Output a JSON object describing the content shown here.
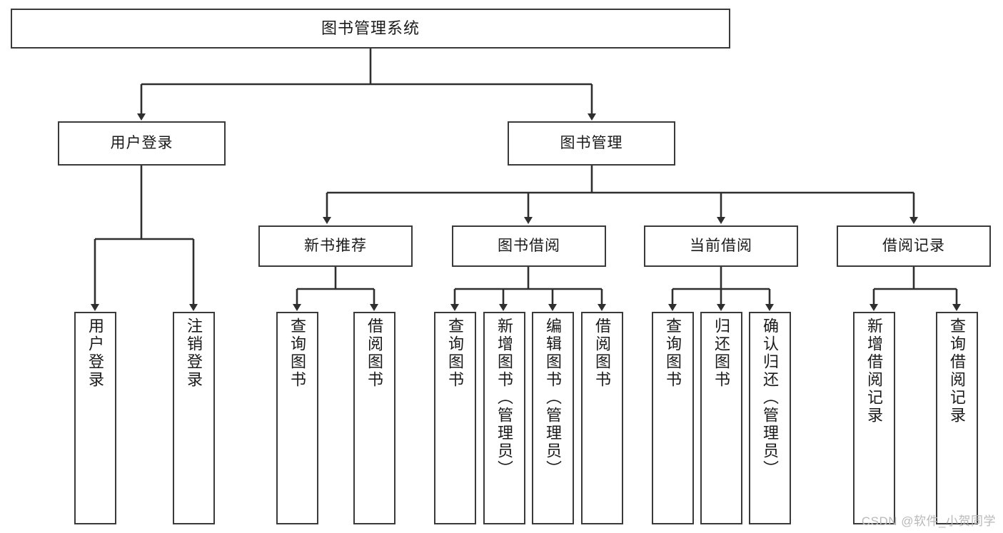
{
  "diagram": {
    "title": "图书管理系统",
    "type": "tree-hierarchy-diagram",
    "colors": {
      "box_border": "#3a3a3a",
      "box_fill": "#ffffff",
      "edge": "#2f2f2f",
      "text": "#1a1a1a",
      "watermark": "#b9b9b9",
      "background": "#ffffff"
    },
    "nodes": {
      "root": {
        "label": "图书管理系统"
      },
      "level1": [
        {
          "id": "user-login",
          "label": "用户登录"
        },
        {
          "id": "book-manage",
          "label": "图书管理"
        }
      ],
      "level2": [
        {
          "id": "new-book-recommend",
          "label": "新书推荐"
        },
        {
          "id": "book-borrow",
          "label": "图书借阅"
        },
        {
          "id": "current-borrow",
          "label": "当前借阅"
        },
        {
          "id": "borrow-record",
          "label": "借阅记录"
        }
      ],
      "leaves": {
        "user_login": [
          {
            "id": "leaf-user-login",
            "label": "用户登录"
          },
          {
            "id": "leaf-logout-login",
            "label": "注销登录"
          }
        ],
        "new_book_recommend": [
          {
            "id": "leaf-query-book-1",
            "label": "查询图书"
          },
          {
            "id": "leaf-borrow-book-1",
            "label": "借阅图书"
          }
        ],
        "book_borrow": [
          {
            "id": "leaf-query-book-2",
            "label": "查询图书"
          },
          {
            "id": "leaf-add-book-admin",
            "label": "新增图书（管理员）"
          },
          {
            "id": "leaf-edit-book-admin",
            "label": "编辑图书（管理员）"
          },
          {
            "id": "leaf-borrow-book-2",
            "label": "借阅图书"
          }
        ],
        "current_borrow": [
          {
            "id": "leaf-query-book-3",
            "label": "查询图书"
          },
          {
            "id": "leaf-return-book",
            "label": "归还图书"
          },
          {
            "id": "leaf-confirm-return-admin",
            "label": "确认归还（管理员）"
          }
        ],
        "borrow_record": [
          {
            "id": "leaf-add-borrow-record",
            "label": "新增借阅记录"
          },
          {
            "id": "leaf-query-borrow-record",
            "label": "查询借阅记录"
          }
        ]
      }
    },
    "watermark": "CSDN @软件_小贺同学"
  }
}
